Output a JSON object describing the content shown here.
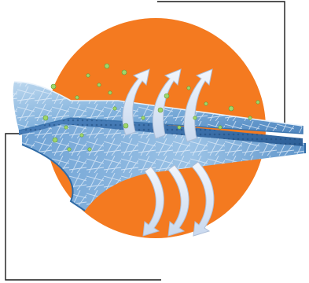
{
  "figure": {
    "kind": "fabric-membrane-breathability-illustration",
    "background_color": "#ffffff",
    "disc_color": "#f47a20",
    "fabric_color": "#5d93c8",
    "fabric_light_color": "#a9cbe6",
    "fabric_dark_color": "#2d5f97",
    "arrow_color": "#dde8f6",
    "particle_color": "#9fd66b",
    "leader_line_color": "#1a1a1a",
    "layers": [
      {
        "name": "top-layer"
      },
      {
        "name": "middle-membrane"
      },
      {
        "name": "bottom-layer"
      }
    ],
    "arrow_groups": [
      {
        "name": "rising-vapor",
        "count": 3
      },
      {
        "name": "entering-air",
        "count": 3
      }
    ],
    "callouts": [
      {
        "name": "top-right-callout"
      },
      {
        "name": "bottom-left-callout"
      }
    ],
    "text_labels": []
  }
}
